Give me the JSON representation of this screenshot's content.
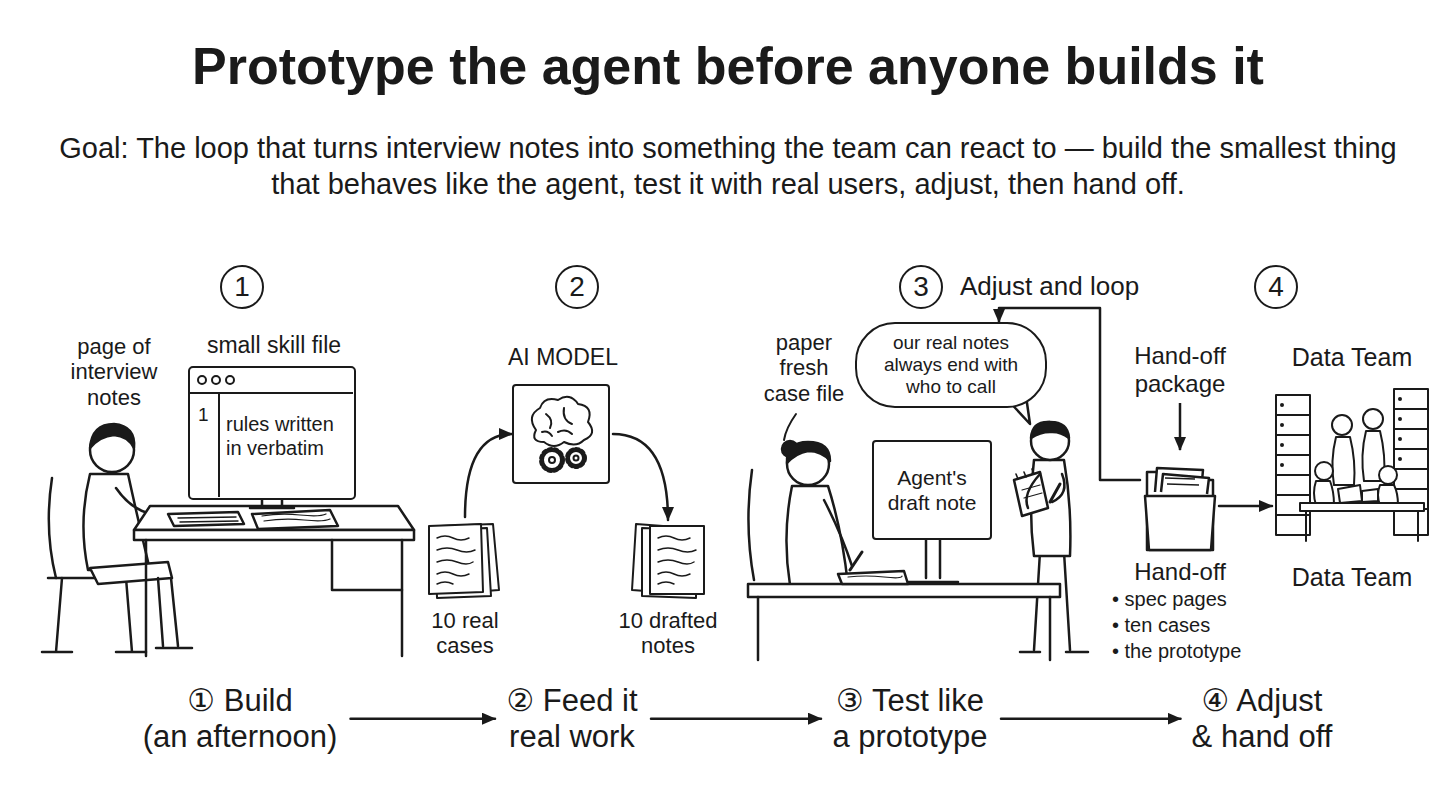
{
  "diagram": {
    "title": "Prototype the agent before anyone builds it",
    "nodes": [
      {
        "text": [
          "1"
        ]
      },
      {
        "text": [
          "2"
        ]
      },
      {
        "text": [
          "3"
        ]
      },
      {
        "text": [
          "4"
        ]
      },
      {
        "text": [
          "small skill file",
          "1",
          "rules written in verbatim"
        ]
      },
      {
        "text": [
          "10 real cases"
        ]
      },
      {
        "text": [
          "AI MODEL"
        ]
      },
      {
        "text": [
          "10 drafted notes"
        ]
      },
      {
        "text": [
          "Agent's draft note"
        ]
      },
      {
        "text": [
          "our real notes always end with who to call"
        ]
      },
      {
        "text": [
          "Hand-off package",
          "Hand-off",
          "• spec pages",
          "• ten cases",
          "• the prototype"
        ]
      },
      {
        "text": [
          "Data Team",
          "Data Team"
        ]
      },
      {
        "text": [
          "① Build",
          "(an afternoon)"
        ]
      },
      {
        "text": [
          "② Feed it real work"
        ]
      },
      {
        "text": [
          "③ Test like a prototype"
        ]
      },
      {
        "text": [
          "④ Adjust & hand off"
        ]
      }
    ],
    "edges": [
      {
        "from": 5,
        "to": 6,
        "arrow": "to"
      },
      {
        "from": 6,
        "to": 7,
        "arrow": "to"
      },
      {
        "from": 10,
        "to": 9,
        "label": "Adjust and loop",
        "arrow": "to"
      },
      {
        "from": 10,
        "to": 11,
        "arrow": "to"
      },
      {
        "from": 12,
        "to": 13,
        "arrow": "to"
      },
      {
        "from": 13,
        "to": 14,
        "arrow": "to"
      },
      {
        "from": 14,
        "to": 15,
        "arrow": "to"
      }
    ],
    "labels": [
      "Goal: The loop that turns interview notes into something the team can react to — build the smallest thing that behaves like the agent, test it with real users, adjust, then hand off.",
      "page of interview notes",
      "paper fresh case file"
    ]
  }
}
